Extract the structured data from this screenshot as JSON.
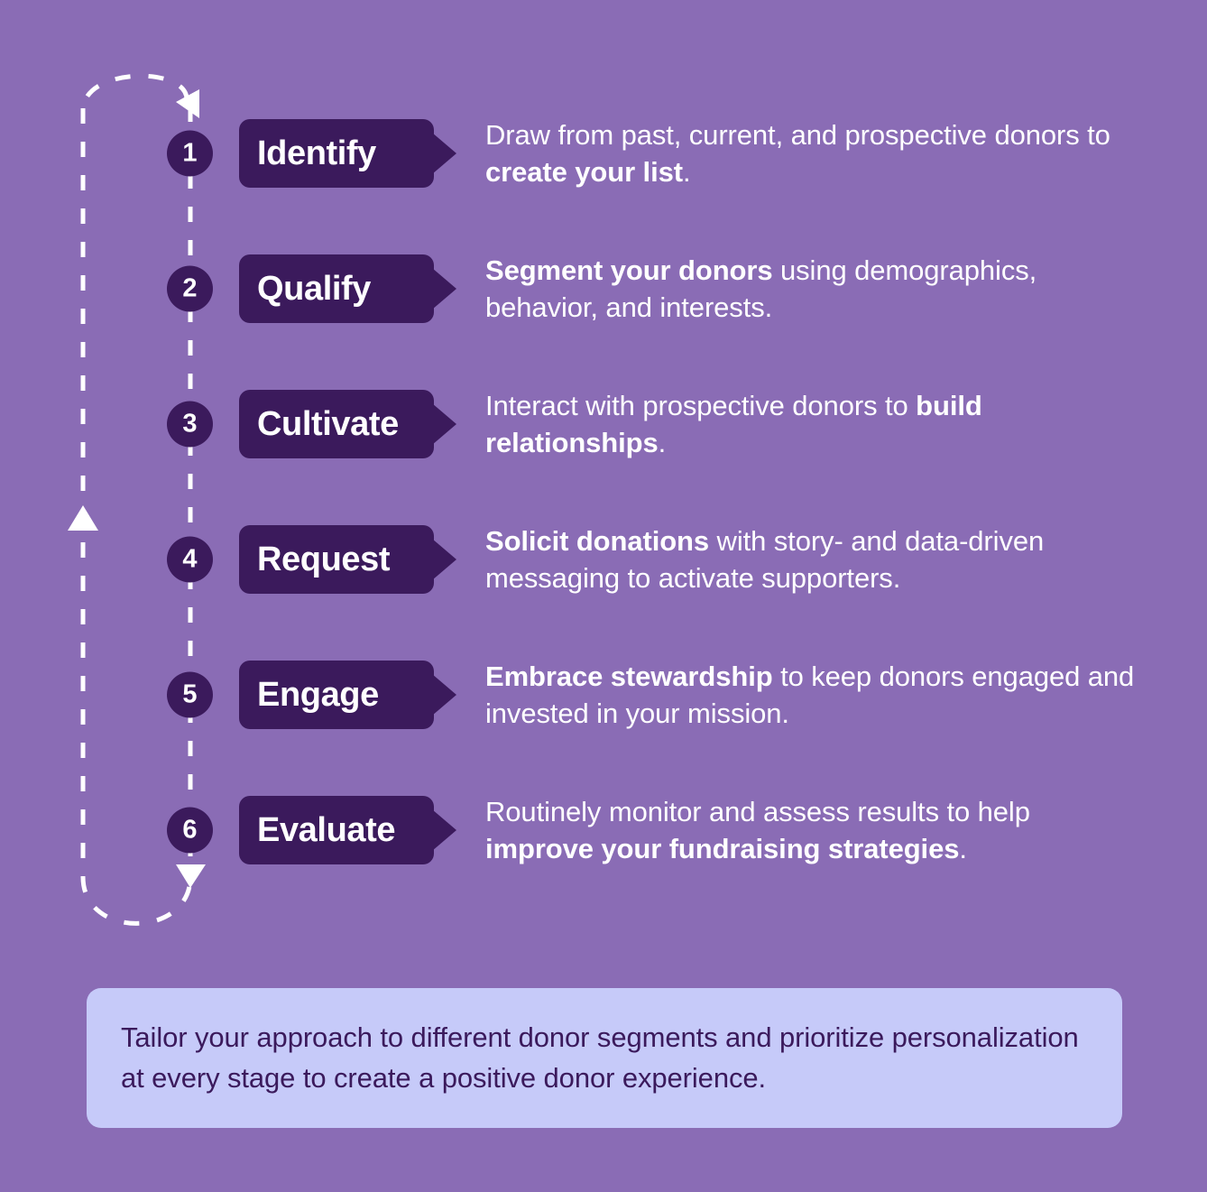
{
  "colors": {
    "background": "#8a6cb5",
    "accent_dark": "#3b1a5c",
    "callout_background": "#c6caf9",
    "loop_line": "#ffffff",
    "text_light": "#ffffff"
  },
  "cycle_loop": {
    "style": "dashed",
    "direction": "counter-clockwise",
    "arrowheads": [
      "top-right-pointing-left",
      "left-middle-pointing-up",
      "bottom-pointing-down"
    ]
  },
  "steps": [
    {
      "number": "1",
      "label": "Identify",
      "description_parts": [
        {
          "text": "Draw from past, current, and prospective donors to ",
          "bold": false
        },
        {
          "text": "create your list",
          "bold": true
        },
        {
          "text": ".",
          "bold": false
        }
      ]
    },
    {
      "number": "2",
      "label": "Qualify",
      "description_parts": [
        {
          "text": "Segment your donors",
          "bold": true
        },
        {
          "text": " using demographics, behavior, and interests.",
          "bold": false
        }
      ]
    },
    {
      "number": "3",
      "label": "Cultivate",
      "description_parts": [
        {
          "text": "Interact with prospective donors to ",
          "bold": false
        },
        {
          "text": "build relationships",
          "bold": true
        },
        {
          "text": ".",
          "bold": false
        }
      ]
    },
    {
      "number": "4",
      "label": "Request",
      "description_parts": [
        {
          "text": "Solicit donations",
          "bold": true
        },
        {
          "text": " with story- and data-driven messaging to activate supporters.",
          "bold": false
        }
      ]
    },
    {
      "number": "5",
      "label": "Engage",
      "description_parts": [
        {
          "text": "Embrace stewardship",
          "bold": true
        },
        {
          "text": " to keep donors engaged and invested in your mission.",
          "bold": false
        }
      ]
    },
    {
      "number": "6",
      "label": "Evaluate",
      "description_parts": [
        {
          "text": "Routinely monitor and assess results to help ",
          "bold": false
        },
        {
          "text": "improve your fundraising strategies",
          "bold": true
        },
        {
          "text": ".",
          "bold": false
        }
      ]
    }
  ],
  "callout": {
    "text": "Tailor your approach to different donor segments and prioritize personalization at every stage to create a positive donor experience."
  }
}
